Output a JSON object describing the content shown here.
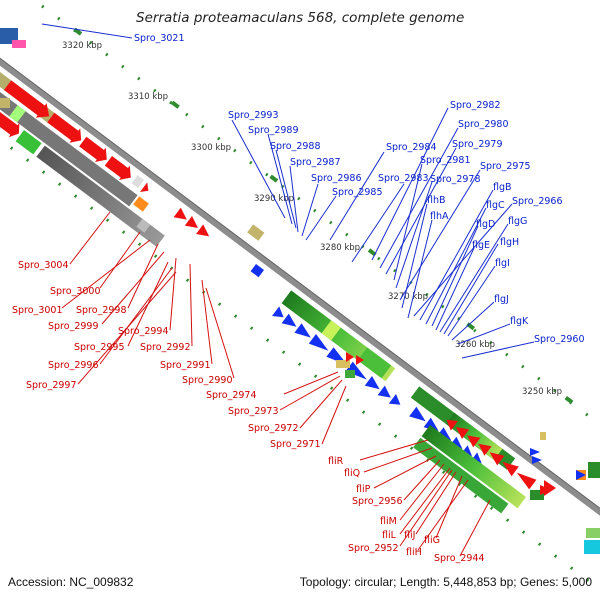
{
  "title": "Serratia proteamaculans 568, complete genome",
  "accession": "Accession: NC_009832",
  "summary": "Topology: circular; Length: 5,448,853 bp; Genes: 5,000",
  "ticks": [
    "3320 kbp",
    "3310 kbp",
    "3300 kbp",
    "3290 kbp",
    "3280 kbp",
    "3270 kbp",
    "3260 kbp",
    "3250 kbp"
  ],
  "labels_top": [
    "Spro_3021",
    "Spro_2993",
    "Spro_2989",
    "Spro_2988",
    "Spro_2987",
    "Spro_2986",
    "Spro_2985",
    "Spro_2984",
    "Spro_2983",
    "Spro_2982",
    "Spro_2980",
    "Spro_2979",
    "Spro_2981",
    "Spro_2978",
    "Spro_2975",
    "flhB",
    "flhA",
    "flgB",
    "flgC",
    "flgD",
    "flgE",
    "flgG",
    "flgH",
    "flgI",
    "flgJ",
    "flgK",
    "Spro_2966",
    "Spro_2960"
  ],
  "labels_bottom": [
    "Spro_3004",
    "Spro_3000",
    "Spro_3001",
    "Spro_2998",
    "Spro_2999",
    "Spro_2994",
    "Spro_2995",
    "Spro_2992",
    "Spro_2996",
    "Spro_2997",
    "Spro_2991",
    "Spro_2990",
    "Spro_2974",
    "Spro_2973",
    "Spro_2972",
    "Spro_2971",
    "fliR",
    "fliQ",
    "fliP",
    "Spro_2956",
    "fliM",
    "fliL",
    "fliJ",
    "fliG",
    "Spro_2952",
    "fliH",
    "Spro_2944"
  ],
  "colors": {
    "forward": "#0a22cc",
    "reverse": "#cc0000",
    "forward_gene": "#1430f0",
    "reverse_gene": "#ee1111",
    "rna": "#3ca83c",
    "backbone": "#8c8c8c",
    "tick_dot": "#2e8b2e"
  }
}
